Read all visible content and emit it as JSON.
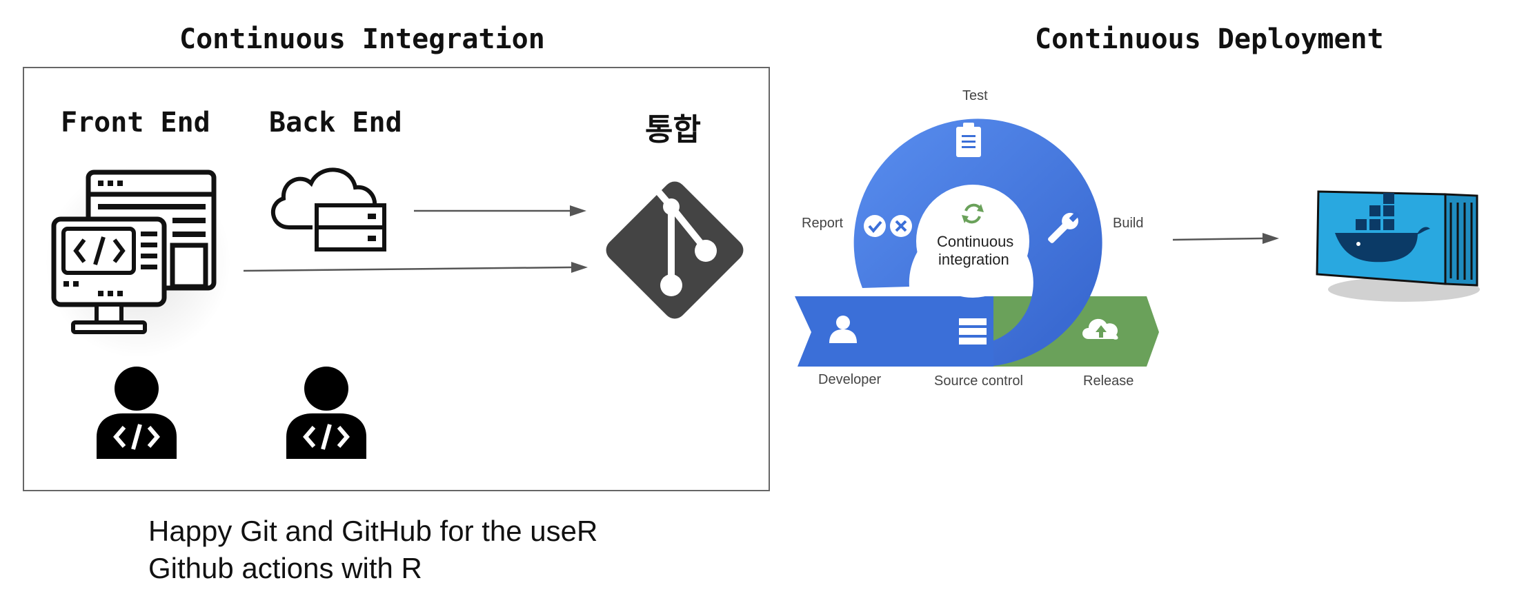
{
  "ci": {
    "title": "Continuous Integration",
    "frontend_label": "Front End",
    "backend_label": "Back End",
    "integration_label": "통합"
  },
  "cd": {
    "title": "Continuous Deployment",
    "cycle": {
      "center_line1": "Continuous",
      "center_line2": "integration",
      "test": "Test",
      "build": "Build",
      "report": "Report",
      "developer": "Developer",
      "source_control": "Source control",
      "release": "Release"
    }
  },
  "footer": {
    "line1": "Happy Git and GitHub for the useR",
    "line2": "Github actions with R"
  },
  "colors": {
    "cycle_blue": "#3b6fd8",
    "cycle_light_blue": "#4f86e8",
    "release_green": "#6aa15a",
    "container_blue": "#29a8e0",
    "git_gray": "#444444"
  },
  "icons": [
    "code-monitor-icon",
    "cloud-server-icon",
    "git-icon",
    "developer-icon",
    "clipboard-icon",
    "wrench-icon",
    "check-icon",
    "cross-icon",
    "user-icon",
    "server-icon",
    "cloud-upload-icon",
    "refresh-icon",
    "docker-container-icon"
  ]
}
